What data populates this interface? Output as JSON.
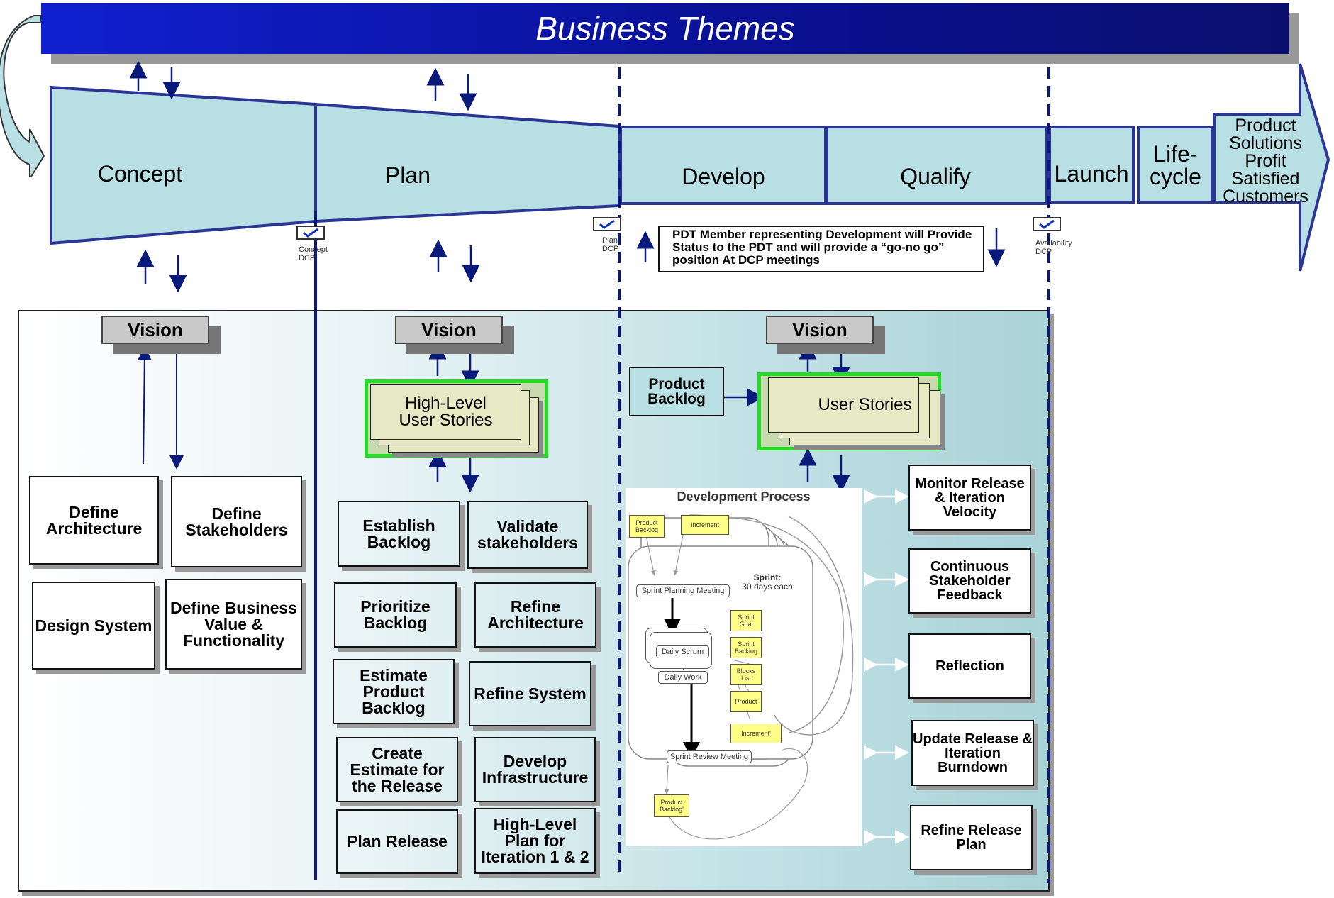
{
  "banner": {
    "title": "Business Themes"
  },
  "stages": {
    "concept": "Concept",
    "plan": "Plan",
    "develop": "Develop",
    "qualify": "Qualify",
    "launch": "Launch",
    "lifecycle": "Life-cycle",
    "outcome_lines": [
      "Product",
      "Solutions",
      "Profit",
      "Satisfied",
      "Customers"
    ]
  },
  "checkpoints": {
    "concept_dcp": [
      "Concept",
      "DCP"
    ],
    "plan_dcp": [
      "Plan",
      "DCP"
    ],
    "availability_dcp": [
      "Availability",
      "DCP"
    ]
  },
  "pdt_note": "PDT Member representing Development will Provide Status to the PDT and will provide a “go-no go” position At DCP meetings",
  "concept_column": {
    "vision": "Vision",
    "tasks": [
      "Define Architecture",
      "Define Stakeholders",
      "Design System",
      "Define Business Value & Functionality"
    ]
  },
  "plan_column": {
    "vision": "Vision",
    "stories": "High-Level User Stories",
    "tasks": [
      "Establish Backlog",
      "Validate stakeholders",
      "Prioritize Backlog",
      "Refine Architecture",
      "Estimate Product Backlog",
      "Refine System",
      "Create Estimate for the Release",
      "Develop Infrastructure",
      "Plan Release",
      "High-Level Plan for Iteration 1 & 2"
    ]
  },
  "develop_column": {
    "vision": "Vision",
    "product_backlog": "Product Backlog",
    "stories": "User Stories",
    "process": {
      "title": "Development Process",
      "product_backlog": "Product Backlog",
      "increment": "Increment",
      "sprint_planning": "Sprint Planning Meeting",
      "sprint": "Sprint:",
      "sprint_duration": "30 days each",
      "sprint_goal": "Sprint Goal",
      "sprint_backlog": "Sprint Backlog",
      "blocks_list": "Blocks List",
      "product": "Product",
      "daily_scrum": "Daily Scrum",
      "daily_work": "Daily Work",
      "increment2": "Increment'",
      "sprint_review": "Sprint Review Meeting",
      "product_backlog2": "Product Backlog'"
    },
    "activities": [
      "Monitor Release & Iteration Velocity",
      "Continuous Stakeholder Feedback",
      "Reflection",
      "Update Release & Iteration Burndown",
      "Refine Release Plan"
    ]
  },
  "colors": {
    "stage_fill": "#b8dfe3",
    "stage_border": "#2b3593",
    "banner": "#0a1196",
    "story_frame": "#22dd22",
    "arrow": "#0a1a7a"
  }
}
